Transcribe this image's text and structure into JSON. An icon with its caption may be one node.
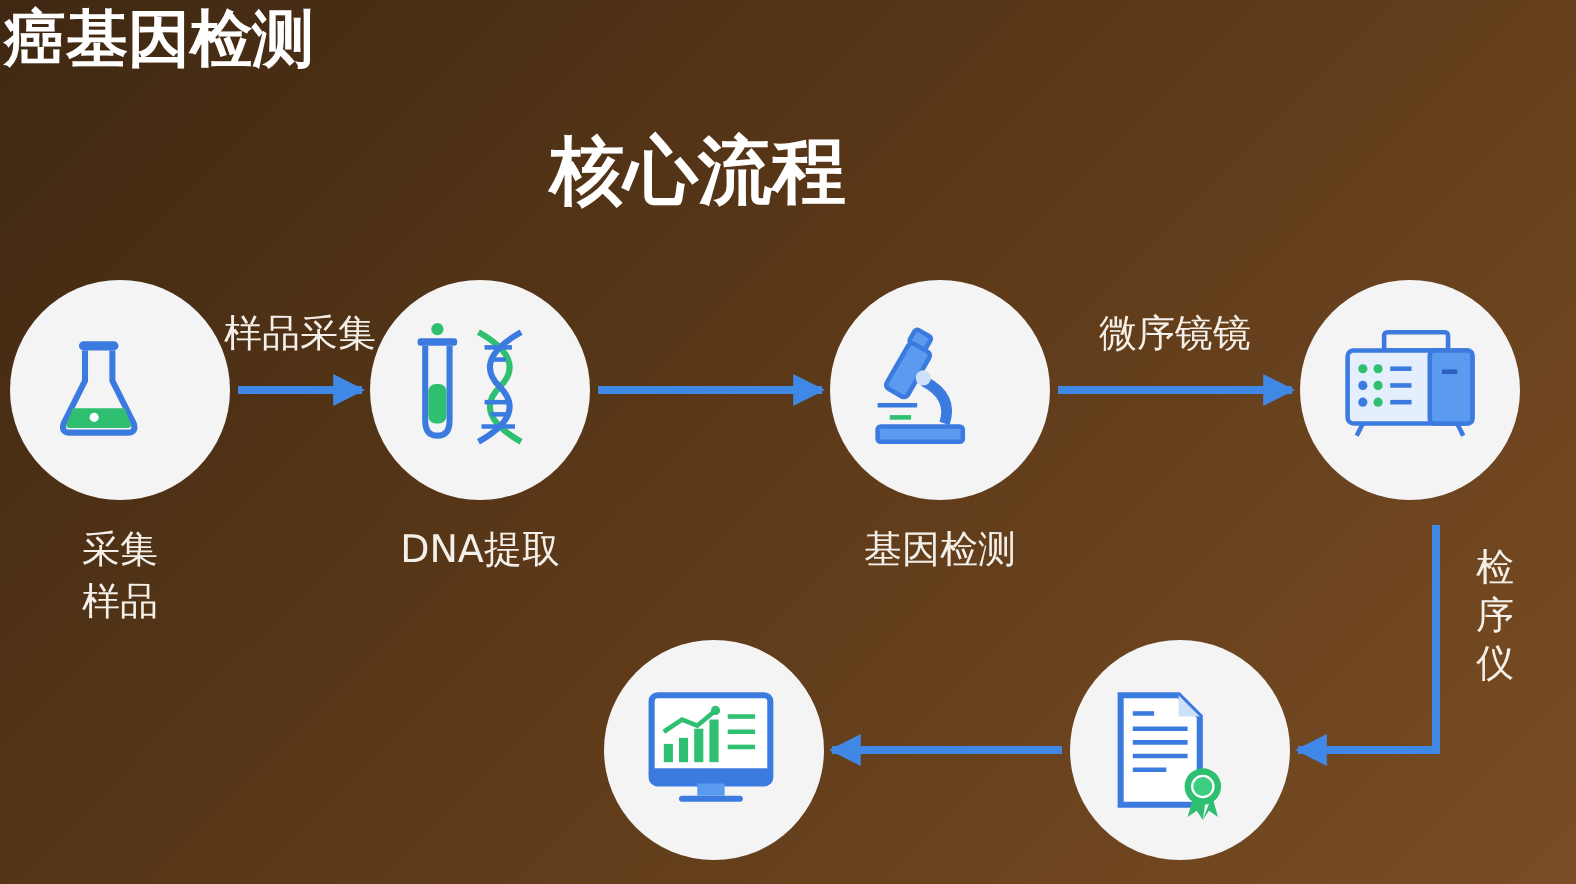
{
  "diagram": {
    "title": "癌基因检测",
    "nodes": [
      {
        "text": [
          "采集样品"
        ]
      },
      {
        "text": [
          "DNA提取"
        ]
      },
      {
        "text": [
          "基因检测"
        ]
      },
      {
        "text": [],
        "shape": "circle"
      },
      {
        "text": [],
        "shape": "circle"
      },
      {
        "text": [],
        "shape": "circle"
      }
    ],
    "edges": [
      {
        "from": 0,
        "to": 1,
        "arrow": "to",
        "label": "样品采集"
      },
      {
        "from": 1,
        "to": 2,
        "arrow": "to"
      },
      {
        "from": 2,
        "to": 3,
        "arrow": "to",
        "label": "微序镜镜"
      },
      {
        "from": 3,
        "to": 5,
        "arrow": "to",
        "label": "检序仪"
      },
      {
        "from": 5,
        "to": 4,
        "arrow": "to"
      }
    ],
    "labels": [
      "核心流程"
    ]
  }
}
